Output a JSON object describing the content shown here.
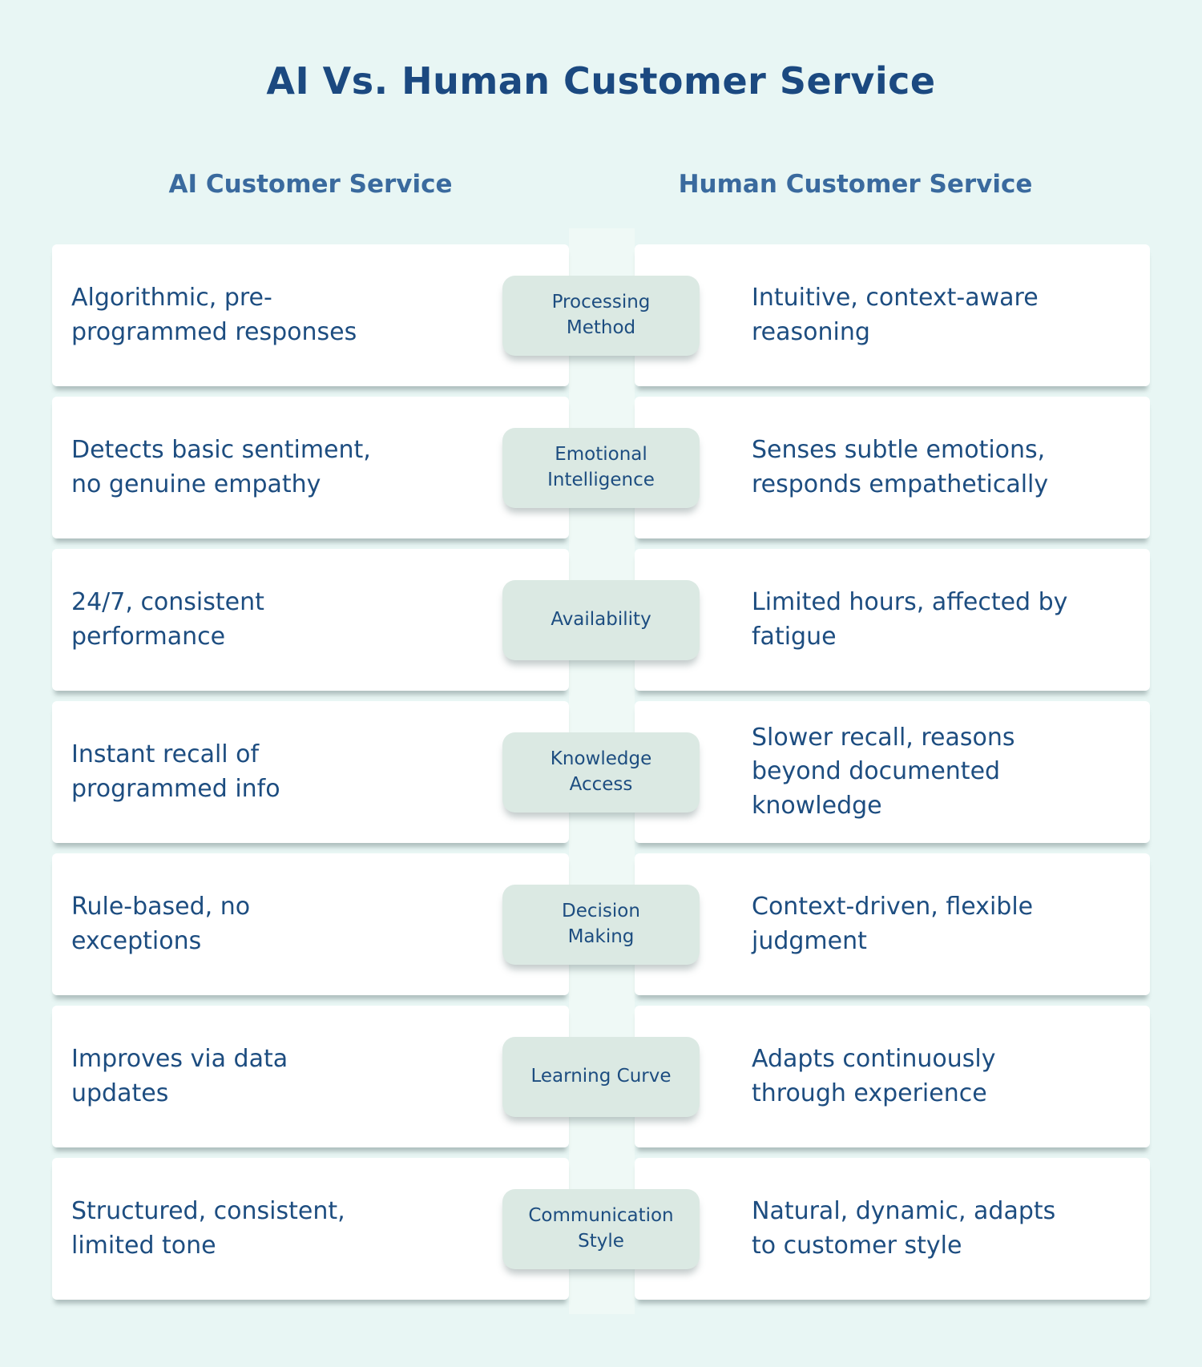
{
  "title": "AI Vs. Human Customer Service",
  "columns": {
    "left_header": "AI Customer Service",
    "right_header": "Human Customer Service"
  },
  "colors": {
    "background": "#e8f6f4",
    "card_background": "#ffffff",
    "category_pill_background": "#dbe9e3",
    "center_strip": "#eff9f6",
    "title_text": "#1b4980",
    "header_text": "#3a6a9e",
    "body_text": "#1d4d80"
  },
  "rows": [
    {
      "category": "Processing\nMethod",
      "ai": "Algorithmic, pre-\nprogrammed responses",
      "human": "Intuitive, context-aware\nreasoning"
    },
    {
      "category": "Emotional\nIntelligence",
      "ai": "Detects basic sentiment,\nno genuine empathy",
      "human": "Senses subtle emotions,\nresponds empathetically"
    },
    {
      "category": "Availability",
      "ai": "24/7, consistent\nperformance",
      "human": "Limited hours, affected by\nfatigue"
    },
    {
      "category": "Knowledge\nAccess",
      "ai": "Instant recall of\nprogrammed info",
      "human": "Slower recall, reasons\nbeyond documented\nknowledge"
    },
    {
      "category": "Decision\nMaking",
      "ai": "Rule-based, no\nexceptions",
      "human": "Context-driven, flexible\njudgment"
    },
    {
      "category": "Learning Curve",
      "ai": "Improves via data\nupdates",
      "human": "Adapts continuously\nthrough experience"
    },
    {
      "category": "Communication\nStyle",
      "ai": "Structured, consistent,\nlimited tone",
      "human": "Natural, dynamic, adapts\nto customer style"
    }
  ]
}
